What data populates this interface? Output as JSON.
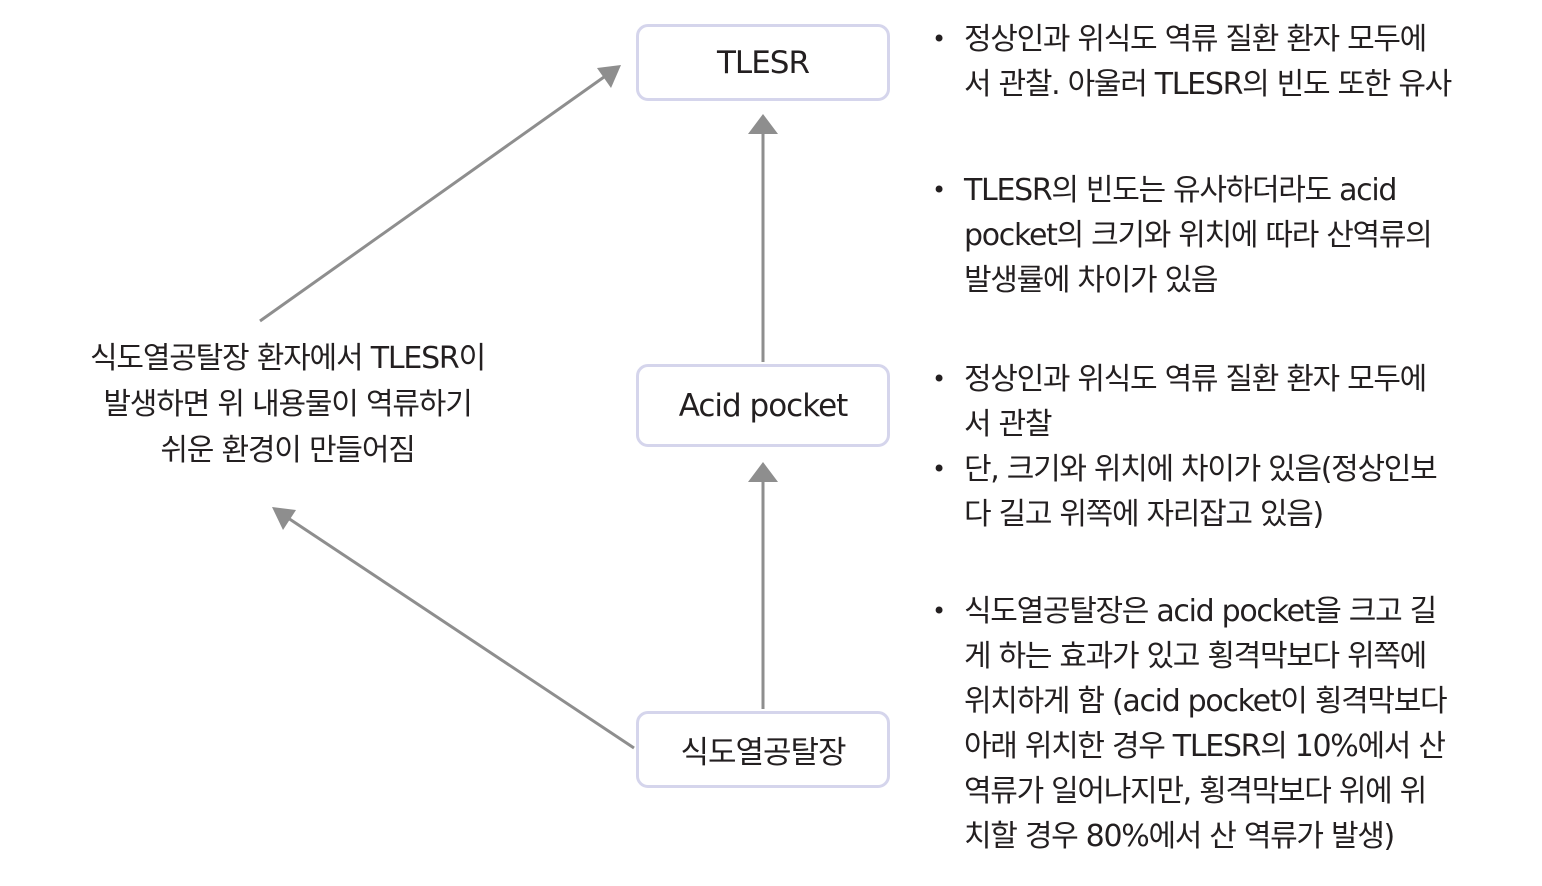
{
  "nodes": {
    "tlesr": "TLESR",
    "acid_pocket": "Acid pocket",
    "hiatal_hernia": "식도열공탈장"
  },
  "left_note": "식도열공탈장 환자에서 TLESR이\n발생하면 위 내용물이 역류하기\n쉬운 환경이 만들어짐",
  "notes": {
    "tlesr": [
      "정상인과 위식도 역류 질환 환자 모두에\n서 관찰. 아울러 TLESR의 빈도 또한 유사"
    ],
    "tlesr_acid": [
      "TLESR의 빈도는 유사하더라도 acid\npocket의 크기와 위치에 따라 산역류의\n발생률에 차이가 있음"
    ],
    "acid_pocket": [
      "정상인과 위식도 역류 질환 환자 모두에\n서 관찰",
      "단, 크기와 위치에 차이가 있음(정상인보\n다 길고 위쪽에 자리잡고 있음)"
    ],
    "hiatal_hernia": [
      "식도열공탈장은 acid pocket을 크고 길\n게 하는 효과가 있고 횡격막보다 위쪽에\n위치하게 함 (acid pocket이 횡격막보다\n아래 위치한 경우 TLESR의 10%에서 산\n역류가 일어나지만, 횡격막보다 위에 위\n치할 경우 80%에서 산 역류가 발생)"
    ]
  },
  "colors": {
    "box_border": "#d5d5ec",
    "arrow": "#8e8e8e",
    "text": "#231f20"
  }
}
